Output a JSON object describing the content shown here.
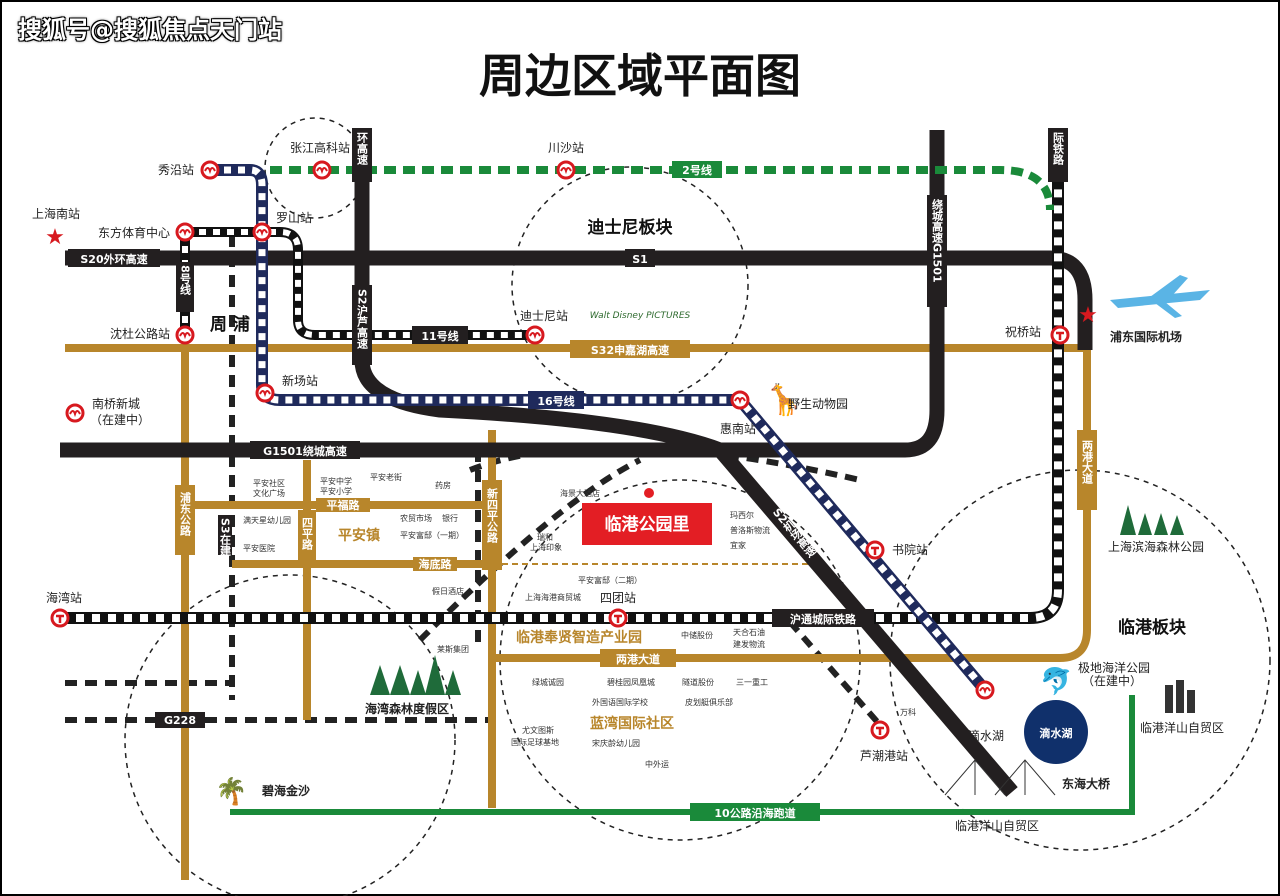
{
  "watermark": "搜狐号@搜狐焦点天门站",
  "title": "周边区域平面图",
  "colors": {
    "road_black": "#231f20",
    "road_gold": "#b8862b",
    "metro_green": "#1a8a3a",
    "metro_navy": "#1f2a5c",
    "station_red": "#d7191f",
    "project_red": "#e31e24"
  },
  "roads": {
    "s20": "S20外环高速",
    "s1": "S1",
    "s32": "S32申嘉湖高速",
    "g1501_h": "G1501绕城高速",
    "g1501_v": "绕城高速G1501",
    "huan": "环高速",
    "s2": "S2沪芦高速",
    "s2_airport": "S2机场高速",
    "jitielu": "际铁路",
    "hutong": "沪通城际铁路",
    "lianggang_h": "两港大道",
    "lianggang_v": "两港大道",
    "pudong": "浦东公路",
    "xinsiping": "新四平公路",
    "pingfu": "平福路",
    "haidi": "海底路",
    "siping": "四平路",
    "s3": "S3在建",
    "g228": "G228",
    "coastal": "10公路沿海跑道"
  },
  "metro_lines": {
    "line2": "2号线",
    "line8": "8号线",
    "line11": "11号线",
    "line16": "16号线"
  },
  "stations": {
    "xiuyan": "秀沿站",
    "zhangjiang": "张江高科站",
    "chuansha": "川沙站",
    "luoshan": "罗山站",
    "dongfang": "东方体育中心",
    "shanghai_south": "上海南站",
    "shendu": "沈杜公路站",
    "disney": "迪士尼站",
    "xinchang": "新场站",
    "huinan": "惠南站",
    "nanqiao": "南桥新城",
    "nanqiao_note": "（在建中）",
    "zhuqiao": "祝桥站",
    "pudong_airport": "浦东国际机场",
    "shuyuan": "书院站",
    "haiwan": "海湾站",
    "situan": "四团站",
    "dishui": "滴水湖",
    "luchaogang": "芦潮港站"
  },
  "areas": {
    "disney_block": "迪士尼板块",
    "zhoupu": "周  浦",
    "pingan": "平安镇",
    "lingang_block": "临港板块",
    "lanwan": "蓝湾国际社区",
    "industrial": "临港奉贤智造产业园",
    "forest": "海湾森林度假区",
    "bihai": "碧海金沙",
    "dishui_lake": "滴水湖",
    "donghai_bridge": "东海大桥",
    "yangshan": "临港洋山自贸区",
    "yangshan2": "临港洋山自贸区",
    "binhai_forest": "上海滨海森林公园",
    "ocean_park": "极地海洋公园",
    "ocean_park_note": "（在建中）",
    "wildlife": "野生动物园",
    "disney_logo": "Walt Disney PICTURES"
  },
  "project": {
    "name": "临港公园里"
  },
  "pois": {
    "shequ": "平安社区",
    "wenhua": "文化广场",
    "zhongxue": "平安中学",
    "xiaoxue": "平安小学",
    "laojie": "平安老街",
    "yaofang": "药房",
    "youer": "满天星幼儿园",
    "yiyuan": "平安医院",
    "nongmao": "农贸市场",
    "yinhang": "银行",
    "fudi1": "平安富邸（一期）",
    "jiari": "假日酒店",
    "haijing": "海景大酒店",
    "ruihe1": "瑞和",
    "ruihe2": "上海印象",
    "fudi2": "平安富邸（二期）",
    "haigang": "上海海港商贸城",
    "laisi": "莱斯集团",
    "maxier": "玛西尔",
    "puluosi": "普洛斯物流",
    "yijia": "宜家",
    "zhongchu": "中储股份",
    "tianhe": "天合石油",
    "jianfa": "建发物流",
    "lvcheng": "绿城诚园",
    "biguiyuan": "碧桂园凤凰城",
    "suidao": "隧道股份",
    "sany": "三一重工",
    "waiguoyu": "外国语国际学校",
    "pihuating": "皮划艇俱乐部",
    "youwen1": "尤文图斯",
    "youwen2": "国际足球基地",
    "songqingling": "宋庆龄幼儿园",
    "zhongwaiyun": "中外运",
    "wanke": "万科"
  }
}
